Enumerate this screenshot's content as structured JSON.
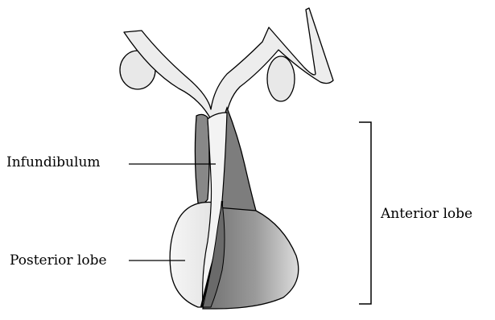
{
  "labels": {
    "infundibulum": "Infundibulum",
    "posterior_lobe": "Posterior lobe",
    "anterior_lobe": "Anterior lobe"
  },
  "colors": {
    "outline": "#000000",
    "light_tissue": "#efefef",
    "dark_tissue": "#8f8f8f",
    "vessel": "#e6e6e6"
  }
}
